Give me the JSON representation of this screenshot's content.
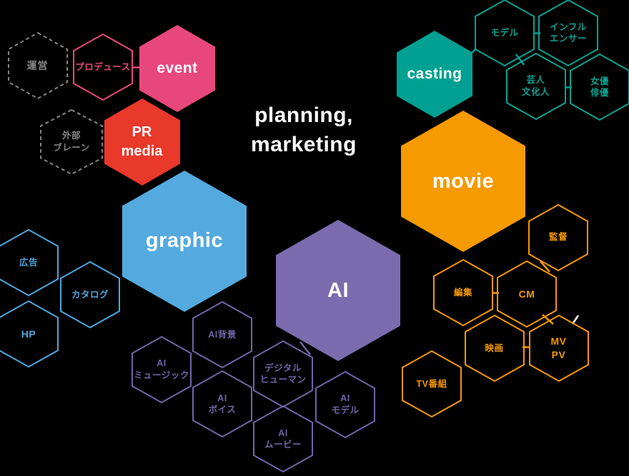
{
  "palette": {
    "pink": "#e8477e",
    "red": "#e8392b",
    "blue_fill": "#54aade",
    "blue_outline": "#4fa6dd",
    "purple_fill": "#7a6cae",
    "purple_outline": "#7164a8",
    "orange": "#f49900",
    "teal": "#00a192",
    "gray": "#858585",
    "background": "#000000",
    "text_white": "#ffffff"
  },
  "title": {
    "line1": "planning,",
    "line2": "marketing"
  },
  "clusters": {
    "event_production": {
      "unei": "運営",
      "produce": "プロデュース",
      "event": "event",
      "pr_line1": "PR",
      "pr_line2": "media",
      "gaibu_line1": "外部",
      "gaibu_line2": "ブレーン"
    },
    "graphic": {
      "label": "graphic",
      "ads": "広告",
      "catalog": "カタログ",
      "hp": "HP"
    },
    "ai": {
      "label": "AI",
      "background": "AI背景",
      "music_line1": "AI",
      "music_line2": "ミュージック",
      "digital_line1": "デジタル",
      "digital_line2": "ヒューマン",
      "voice_line1": "AI",
      "voice_line2": "ボイス",
      "model_line1": "AI",
      "model_line2": "モデル",
      "movie_line1": "AI",
      "movie_line2": "ムービー"
    },
    "movie": {
      "label": "movie",
      "director": "監督",
      "editing": "編集",
      "cm": "CM",
      "film": "映画",
      "mv_line1": "MV",
      "mv_line2": "PV",
      "tv": "TV番組"
    },
    "casting": {
      "label": "casting",
      "model": "モデル",
      "influencer_line1": "インフル",
      "influencer_line2": "エンサー",
      "entertainer_line1": "芸人",
      "entertainer_line2": "文化人",
      "actors_line1": "女優",
      "actors_line2": "俳優"
    }
  }
}
